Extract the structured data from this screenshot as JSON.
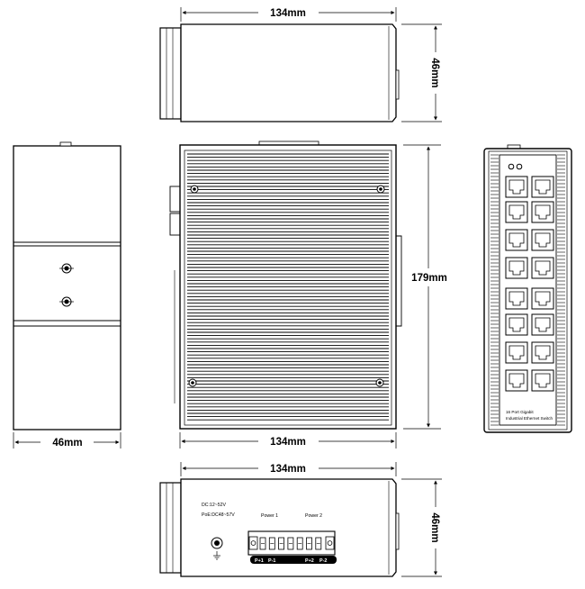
{
  "dimensions": {
    "top_width": "134mm",
    "top_height": "46mm",
    "left_width": "46mm",
    "front_width": "134mm",
    "front_height": "179mm",
    "bottom_width": "134mm",
    "bottom_height": "46mm"
  },
  "bottom_panel": {
    "dc_rating": "DC:12~52V",
    "poe_rating": "PoE:DC48~57V",
    "power1": "Power 1",
    "power2": "Power 2",
    "terminals": [
      "P+1",
      "P-1",
      "P+2",
      "P-2"
    ]
  },
  "port_panel": {
    "line1": "16 Port Gigabit",
    "line2": "Industrial Ethernet Switch"
  }
}
